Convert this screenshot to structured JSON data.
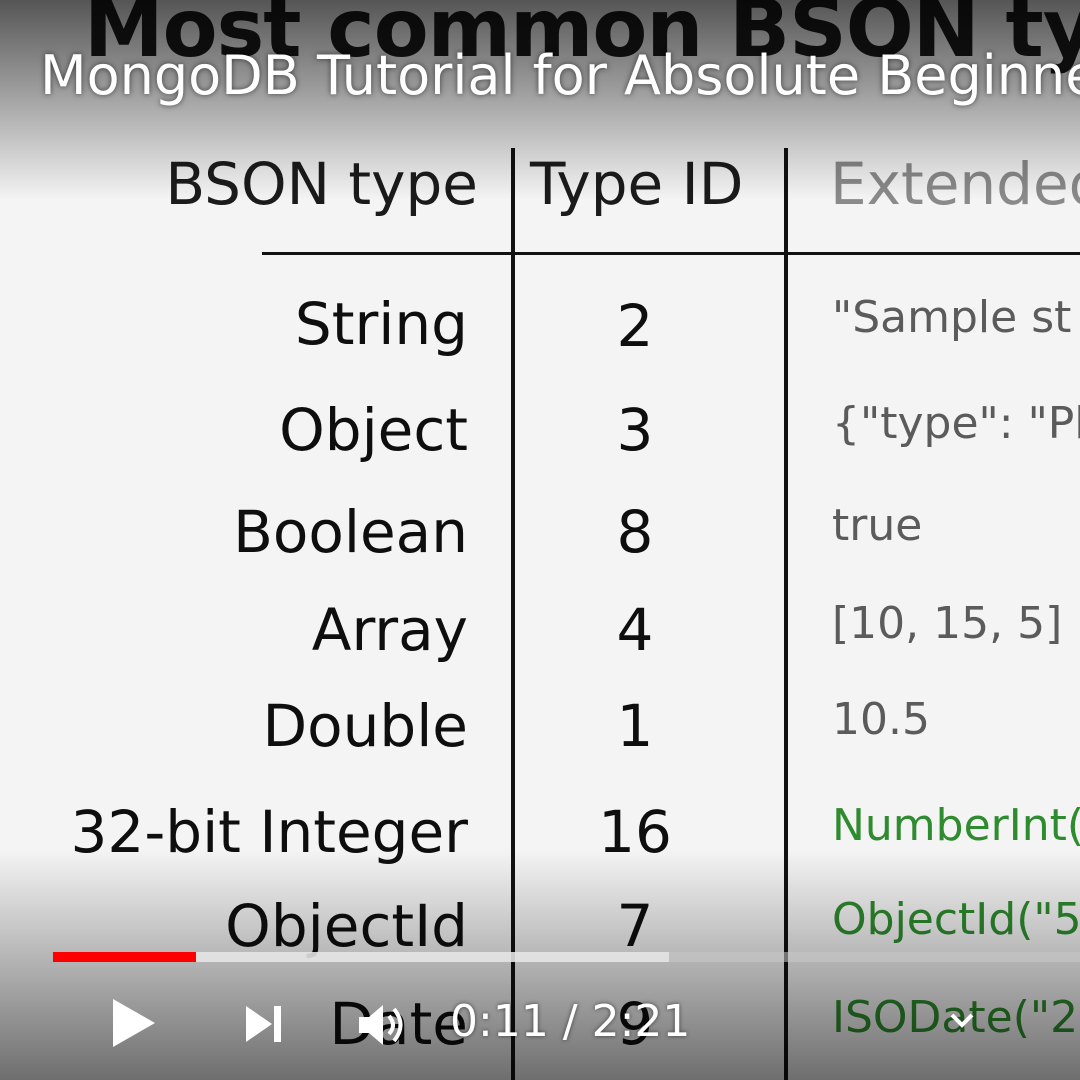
{
  "player": {
    "video_title": "MongoDB Tutorial for Absolute Beginners",
    "current_time": "0:11",
    "separator": "/",
    "duration": "2:21",
    "time_text": "0:11 / 2:21",
    "progress_played_fraction": 0.139,
    "progress_buffered_fraction": 0.6,
    "colors": {
      "progress_played": "#ff0000",
      "text": "#ffffff"
    },
    "icons": {
      "play": "play-icon",
      "next": "next-icon",
      "volume": "volume-icon",
      "chevron": "chevron-down-icon"
    }
  },
  "slide": {
    "heading": "Most common BSON types",
    "headers": {
      "bson_type": "BSON type",
      "type_id": "Type ID",
      "extended": "Extended"
    },
    "rows": [
      {
        "type": "String",
        "id": "2",
        "ext": "\"Sample st"
      },
      {
        "type": "Object",
        "id": "3",
        "ext": "{\"type\": \"Ph"
      },
      {
        "type": "Boolean",
        "id": "8",
        "ext": "true"
      },
      {
        "type": "Array",
        "id": "4",
        "ext": "[10, 15, 5]"
      },
      {
        "type": "Double",
        "id": "1",
        "ext": "10.5"
      },
      {
        "type": "32-bit Integer",
        "id": "16",
        "ext": "NumberInt("
      },
      {
        "type": "ObjectId",
        "id": "7",
        "ext": "ObjectId(\"5"
      },
      {
        "type": "Date",
        "id": "9",
        "ext": "ISODate(\"2"
      }
    ],
    "colors": {
      "green_ext": "#2e8b2e",
      "gray_ext": "#5b5b5b"
    }
  }
}
